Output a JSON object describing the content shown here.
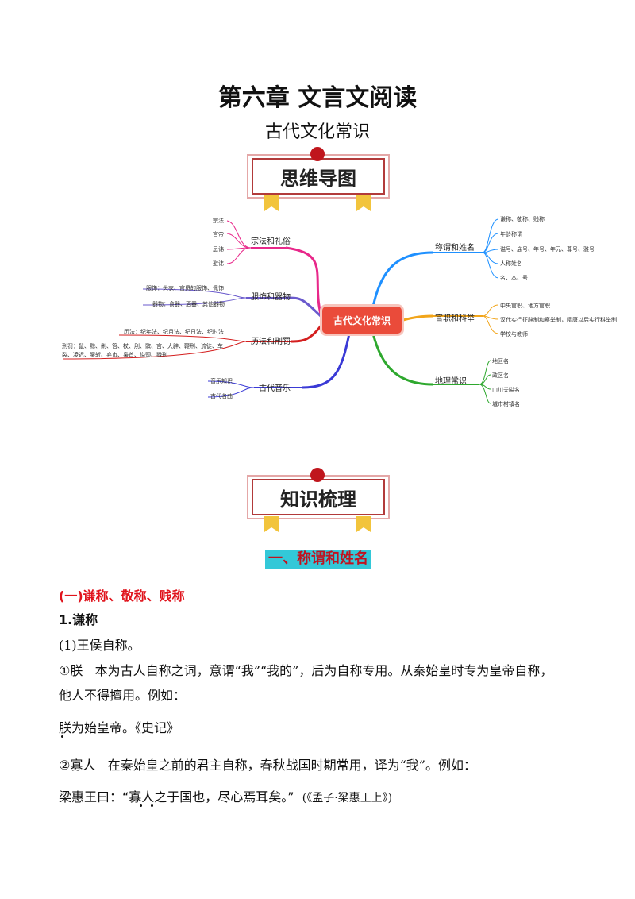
{
  "header": {
    "title": "第六章  文言文阅读",
    "subtitle": "古代文化常识"
  },
  "banners": {
    "mindmap": "思维导图",
    "knowledge": "知识梳理"
  },
  "mindmap": {
    "center": "古代文化常识",
    "left": [
      {
        "label": "宗法和礼俗",
        "color": "#e8288a",
        "leaves": [
          "宗法",
          "官帝",
          "忌讳",
          "避讳"
        ]
      },
      {
        "label": "服饰和器物",
        "color": "#6a5acd",
        "leaves": [
          "服饰：头衣、官员的服饰、佩饰",
          "器物：食器、酒器、其他器物"
        ]
      },
      {
        "label": "历法和刑罚",
        "color": "#d41f1f",
        "leaves": [
          "历法：纪年法、纪月法、纪日法、纪时法",
          "刑罚：鼠、黥、劓、笞、杖、刖、髌、宫、大辟、鞭刑、流徙、车裂、凌迟、腰斩、弃市、枭首、缢颈、戮刑"
        ]
      },
      {
        "label": "古代音乐",
        "color": "#3a3ad6",
        "leaves": [
          "音乐知识",
          "古代名曲"
        ]
      }
    ],
    "right": [
      {
        "label": "称谓和姓名",
        "color": "#1e90ff",
        "leaves": [
          "谦称、敬称、贱称",
          "年龄称谓",
          "谥号、庙号、年号、年元、尊号、雅号",
          "人称姓名",
          "名、本、号"
        ]
      },
      {
        "label": "官职和科举",
        "color": "#f2a51a",
        "leaves": [
          "中央官职、地方官职",
          "汉代实行征辟制和察举制，隋唐以后实行科举制",
          "学校与教师"
        ]
      },
      {
        "label": "地理常识",
        "color": "#2ea82e",
        "leaves": [
          "地区名",
          "政区名",
          "山川关隘名",
          "城市村镇名"
        ]
      }
    ]
  },
  "section": {
    "heading": "一、称谓和姓名",
    "sub1": "(一)谦称、敬称、贱称",
    "sub2": "1.谦称",
    "sub3": "(1)王侯自称。",
    "item1_term": "①朕",
    "item1_text": "本为古人自称之词，意谓“我”“我的”，后为自称专用。从秦始皇时专为皇帝自称，",
    "item1_text2": "他人不得擅用。例如：",
    "ex1_text": "朕为始皇帝。",
    "ex1_src": "《史记》",
    "item2_term": "②寡人",
    "item2_text": "在秦始皇之前的君主自称，春秋战国时期常用，译为“我”。例如：",
    "ex2_text": "梁惠王曰：“寡人之于国也，尽心焉耳矣。”",
    "ex2_src": "(《孟子·梁惠王上》)"
  }
}
